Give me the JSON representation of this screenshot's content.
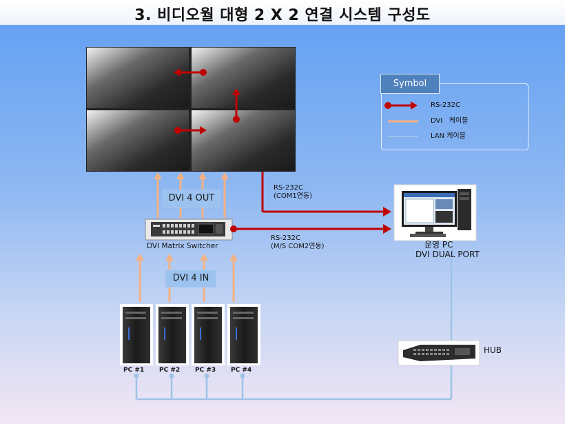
{
  "title": "3.  비디오월 대형 2 X 2 연결 시스템 구성도",
  "legend": {
    "heading": "Symbol",
    "items": [
      {
        "label": "RS-232C",
        "color": "#c00000"
      },
      {
        "label": "DVI   케이블",
        "color": "#f4b183"
      },
      {
        "label": "LAN 케이블",
        "color": "#9dc3e6"
      }
    ]
  },
  "labels": {
    "dvi_out": "DVI 4 OUT",
    "dvi_in": "DVI 4 IN",
    "switcher": "DVI Matrix Switcher",
    "rs232_com1": "RS-232C\n(COM1연동)",
    "rs232_com2": "RS-232C\n(M/S COM2연동)",
    "pc_op": "운영 PC",
    "pc_dual": "DVI DUAL PORT",
    "hub": "HUB"
  },
  "pcs": [
    "PC #1",
    "PC #2",
    "PC #3",
    "PC #4"
  ],
  "colors": {
    "rs232": "#c00000",
    "dvi": "#f4b183",
    "lan": "#9dc3e6"
  }
}
